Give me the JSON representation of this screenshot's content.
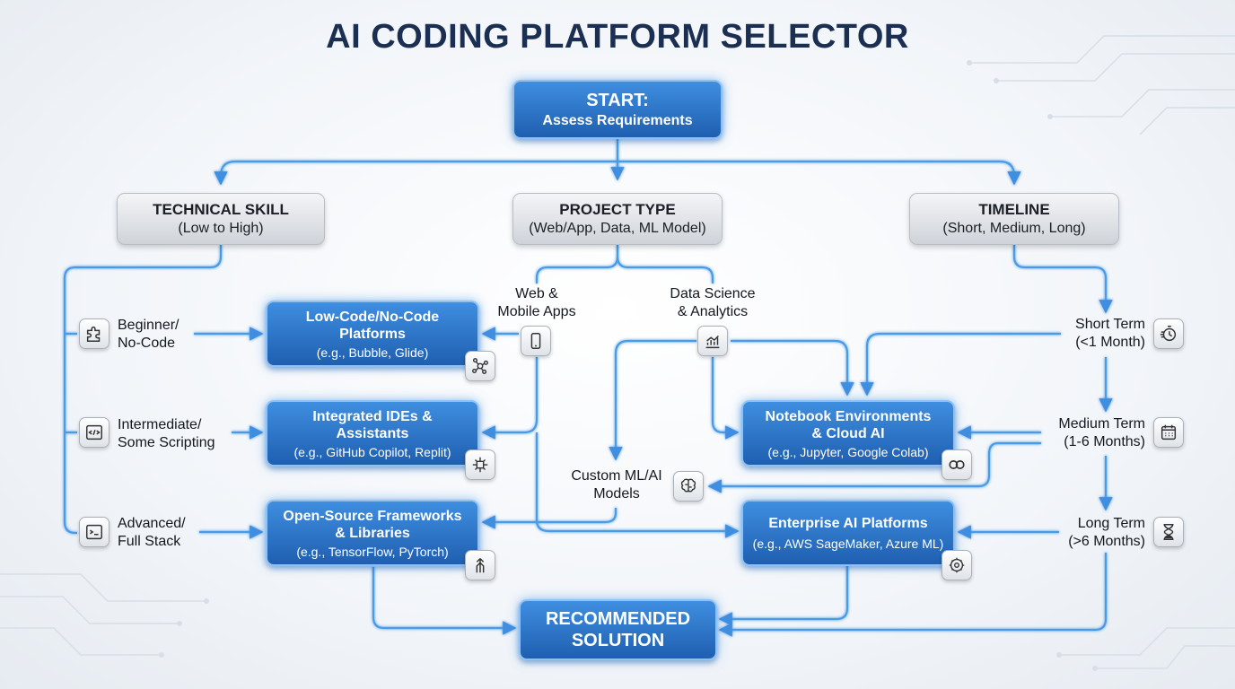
{
  "title": "AI CODING PLATFORM SELECTOR",
  "start": {
    "line1": "START:",
    "line2": "Assess Requirements"
  },
  "criteria": {
    "skill": {
      "title": "TECHNICAL SKILL",
      "sub": "(Low to High)"
    },
    "project": {
      "title": "PROJECT TYPE",
      "sub": "(Web/App, Data, ML Model)"
    },
    "timeline": {
      "title": "TIMELINE",
      "sub": "(Short, Medium, Long)"
    }
  },
  "skill_levels": [
    {
      "line1": "Beginner/",
      "line2": "No-Code",
      "icon": "puzzle-icon"
    },
    {
      "line1": "Intermediate/",
      "line2": "Some Scripting",
      "icon": "code-icon"
    },
    {
      "line1": "Advanced/",
      "line2": "Full Stack",
      "icon": "terminal-icon"
    }
  ],
  "project_types": [
    {
      "line1": "Web &",
      "line2": "Mobile Apps",
      "icon": "mobile-icon"
    },
    {
      "line1": "Data Science",
      "line2": "& Analytics",
      "icon": "chart-icon"
    },
    {
      "line1": "Custom ML/AI",
      "line2": "Models",
      "icon": "brain-icon"
    }
  ],
  "timelines": [
    {
      "line1": "Short Term",
      "line2": "(<1 Month)",
      "icon": "stopwatch-icon"
    },
    {
      "line1": "Medium Term",
      "line2": "(1-6 Months)",
      "icon": "calendar-icon"
    },
    {
      "line1": "Long Term",
      "line2": "(>6 Months)",
      "icon": "hourglass-icon"
    }
  ],
  "platforms": {
    "lowcode": {
      "line1": "Low-Code/No-Code",
      "line2": "Platforms",
      "sub": "(e.g., Bubble, Glide)",
      "icon": "network-icon"
    },
    "ide": {
      "line1": "Integrated IDEs &",
      "line2": "Assistants",
      "sub": "(e.g., GitHub Copilot, Replit)",
      "icon": "chip-icon"
    },
    "opensource": {
      "line1": "Open-Source Frameworks",
      "line2": "& Libraries",
      "sub": "(e.g., TensorFlow, PyTorch)",
      "icon": "branch-icon"
    },
    "notebook": {
      "line1": "Notebook Environments",
      "line2": "& Cloud AI",
      "sub": "(e.g., Jupyter, Google Colab)",
      "icon": "infinity-icon"
    },
    "enterprise": {
      "line1": "Enterprise AI Platforms",
      "line2": "",
      "sub": "(e.g., AWS SageMaker, Azure ML)",
      "icon": "brain-gear-icon"
    }
  },
  "result": {
    "line1": "RECOMMENDED",
    "line2": "SOLUTION"
  },
  "colors": {
    "accent": "#3f8ee0",
    "connector": "#4a9be8",
    "title": "#1b2f52"
  }
}
